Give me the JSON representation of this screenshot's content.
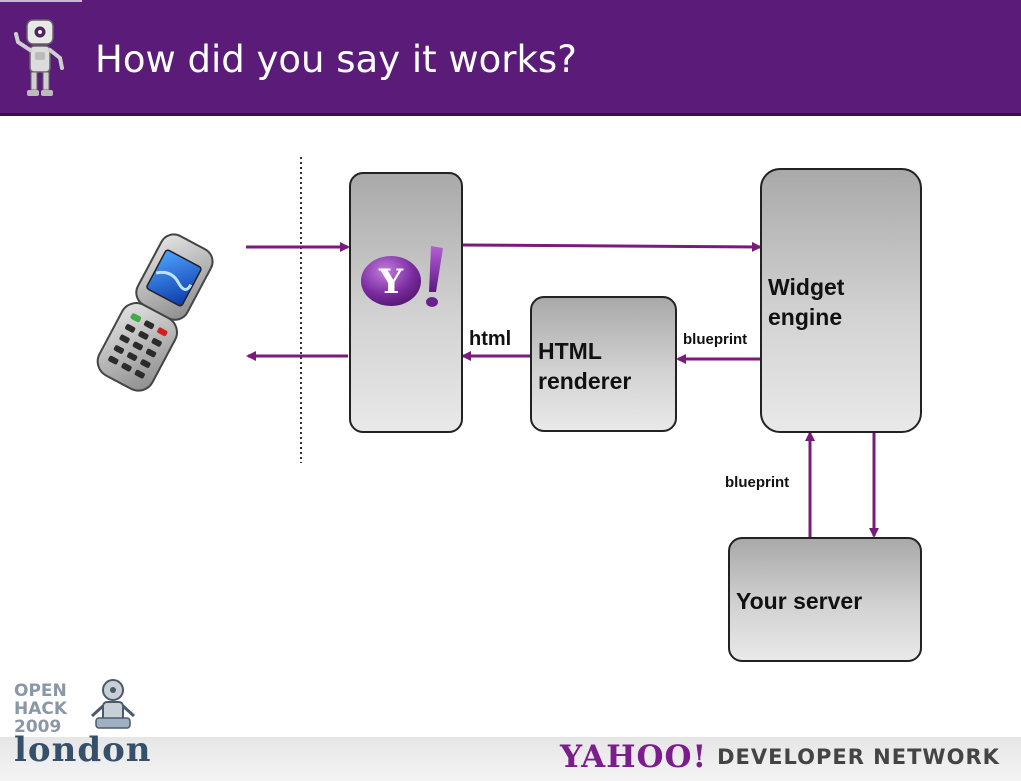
{
  "slide": {
    "title": "How did you say it works?"
  },
  "diagram": {
    "boxes": {
      "widget_engine": "Widget\nengine",
      "html_renderer": "HTML\nrenderer",
      "your_server": "Your server"
    },
    "labels": {
      "html": "html",
      "blueprint_top": "blueprint",
      "blueprint_bottom": "blueprint"
    },
    "arrow_color": "#7a1a7a"
  },
  "footer": {
    "brand": "YAHOO!",
    "network": "DEVELOPER NETWORK",
    "event_lines": [
      "OPEN",
      "HACK",
      "2009"
    ],
    "city": "london"
  },
  "colors": {
    "header_bg": "#5a1c78",
    "accent": "#7b1e8c"
  },
  "icons": [
    "robot-mascot-icon",
    "mobile-phone-icon",
    "yahoo-logo-icon",
    "openhack-london-logo"
  ]
}
